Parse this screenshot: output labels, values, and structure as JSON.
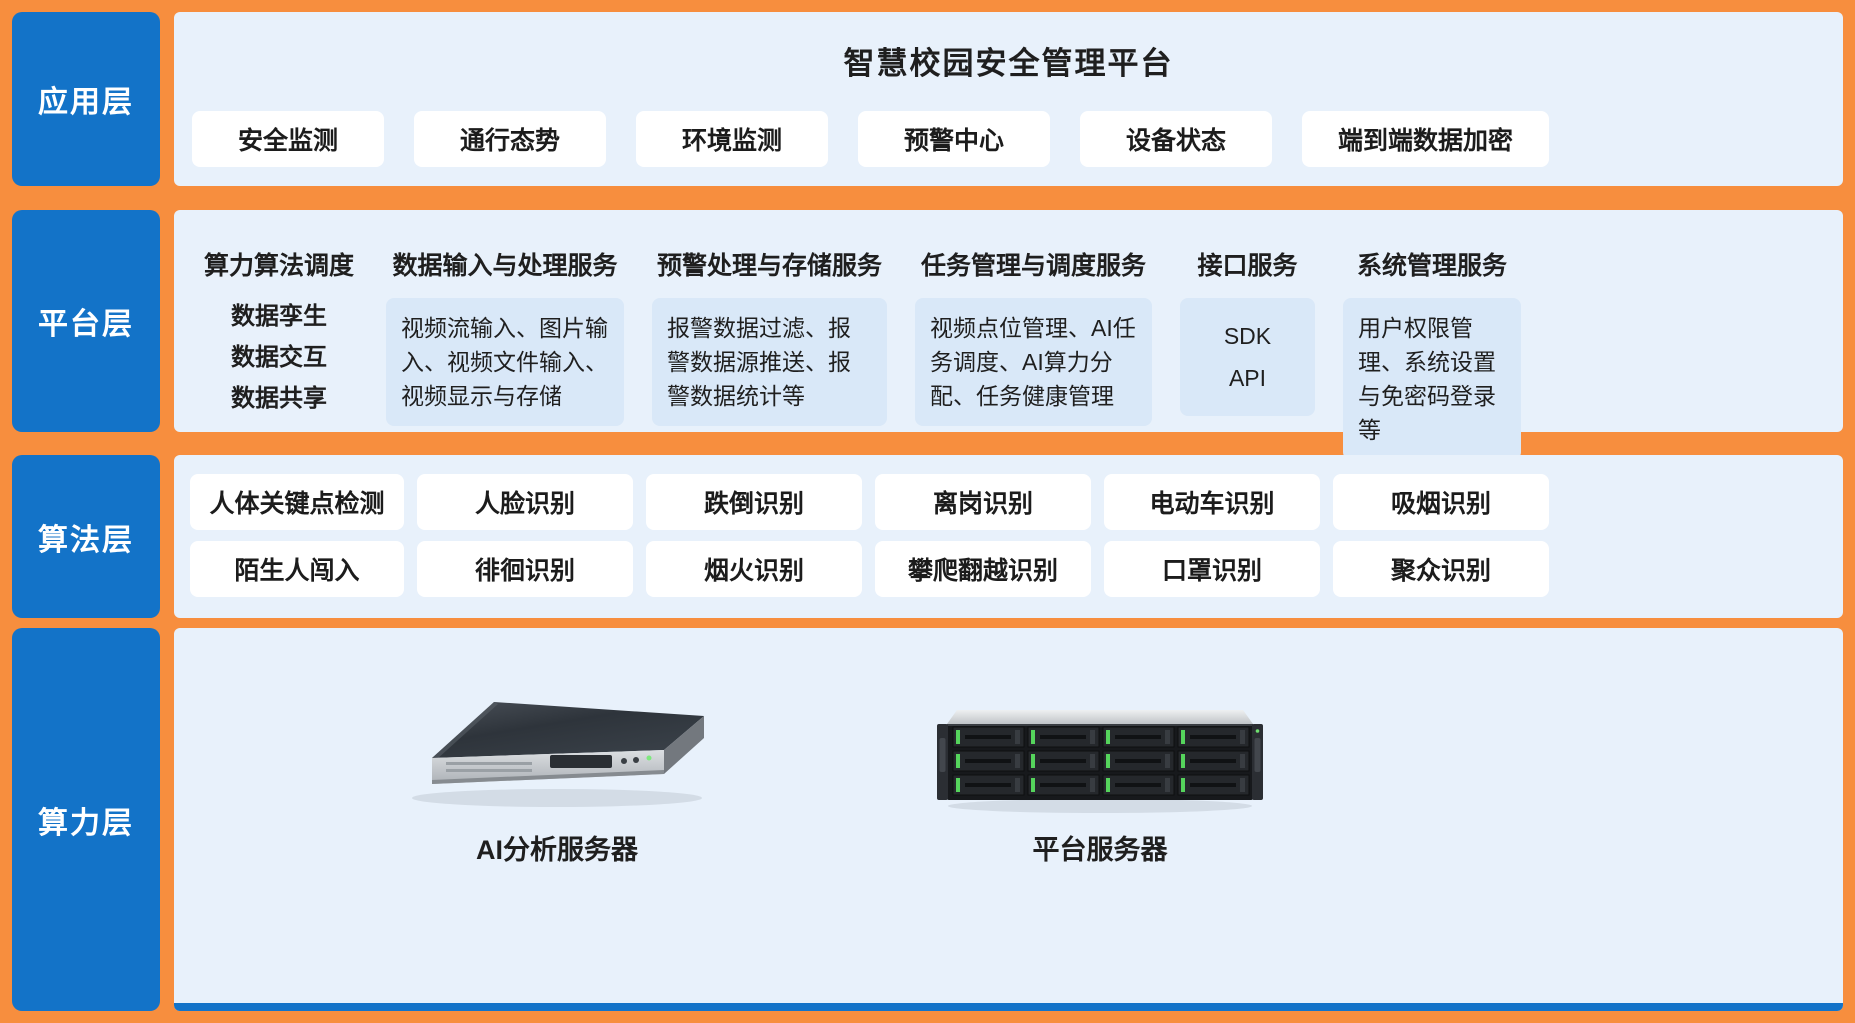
{
  "colors": {
    "border": "#f78e3e",
    "layer_label_bg": "#1373c8",
    "band_bg": "#e8f1fb",
    "card_bg": "#ffffff",
    "subcard_bg": "#d9e8f8",
    "accent_strip": "#1373c8",
    "text": "#1f1f1f"
  },
  "layers": {
    "application": {
      "label": "应用层",
      "title": "智慧校园安全管理平台",
      "buttons": [
        "安全监测",
        "通行态势",
        "环境监测",
        "预警中心",
        "设备状态",
        "端到端数据加密"
      ]
    },
    "platform": {
      "label": "平台层",
      "columns": [
        {
          "header": "算力算法调度",
          "lines": [
            "数据孪生",
            "数据交互",
            "数据共享"
          ]
        },
        {
          "header": "数据输入与处理服务",
          "box": "视频流输入、图片输入、视频文件输入、视频显示与存储"
        },
        {
          "header": "预警处理与存储服务",
          "box": "报警数据过滤、报警数据源推送、报警数据统计等"
        },
        {
          "header": "任务管理与调度服务",
          "box": "视频点位管理、AI任务调度、AI算力分配、任务健康管理"
        },
        {
          "header": "接口服务",
          "box_lines": [
            "SDK",
            "API"
          ]
        },
        {
          "header": "系统管理服务",
          "box": "用户权限管理、系统设置与免密码登录等"
        }
      ]
    },
    "algorithm": {
      "label": "算法层",
      "row1": [
        "人体关键点检测",
        "人脸识别",
        "跌倒识别",
        "离岗识别",
        "电动车识别",
        "吸烟识别"
      ],
      "row2": [
        "陌生人闯入",
        "徘徊识别",
        "烟火识别",
        "攀爬翻越识别",
        "口罩识别",
        "聚众识别"
      ]
    },
    "computing": {
      "label": "算力层",
      "servers": [
        {
          "caption": "AI分析服务器"
        },
        {
          "caption": "平台服务器"
        }
      ]
    }
  }
}
